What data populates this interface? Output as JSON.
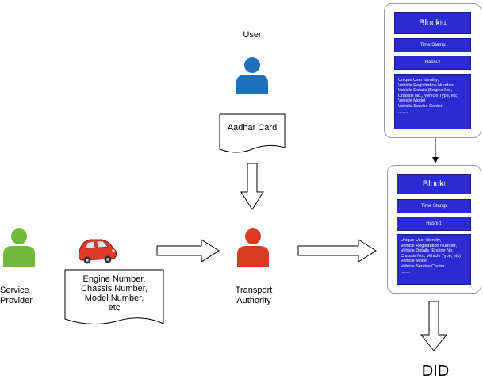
{
  "user": {
    "label": "User",
    "document": "Aadhar Card"
  },
  "service_provider": {
    "label_line1": "Service",
    "label_line2": "Provider"
  },
  "vehicle_document": {
    "lines": [
      "Engine Number,",
      "Chassis Number,",
      "Model Number,",
      "etc"
    ]
  },
  "transport_authority": {
    "label_line1": "Transport",
    "label_line2": "Authority"
  },
  "block_prev": {
    "title": "Block",
    "title_sub": "i-1",
    "timestamp": "Time Stamp",
    "hash": "Hash",
    "hash_sub": "i-2",
    "details": [
      "Unique User Identity,",
      "Vehicle Registration Number,",
      "Vehicle Details (Engine No.,",
      "Chassis No., Vehicle Type, etc)",
      "Vehicle Model",
      "Vehicle Service Center",
      "........"
    ]
  },
  "block_curr": {
    "title": "Block",
    "title_sub": "i",
    "timestamp": "Time Stamp",
    "hash": "Hash",
    "hash_sub": "i-1",
    "details": [
      "Unique User Identity,",
      "Vehicle Registration Number,",
      "Vehicle Details (Engine No.,",
      "Chassis No., Vehicle Type, etc)",
      "Vehicle Model",
      "Vehicle Service Center",
      "........"
    ]
  },
  "output": {
    "label": "DID"
  },
  "colors": {
    "user_person": "#1f6fbf",
    "provider_person": "#6fba3a",
    "authority_person": "#d83a22",
    "block_fill": "#2b2bd6",
    "car_body": "#e0392b"
  }
}
